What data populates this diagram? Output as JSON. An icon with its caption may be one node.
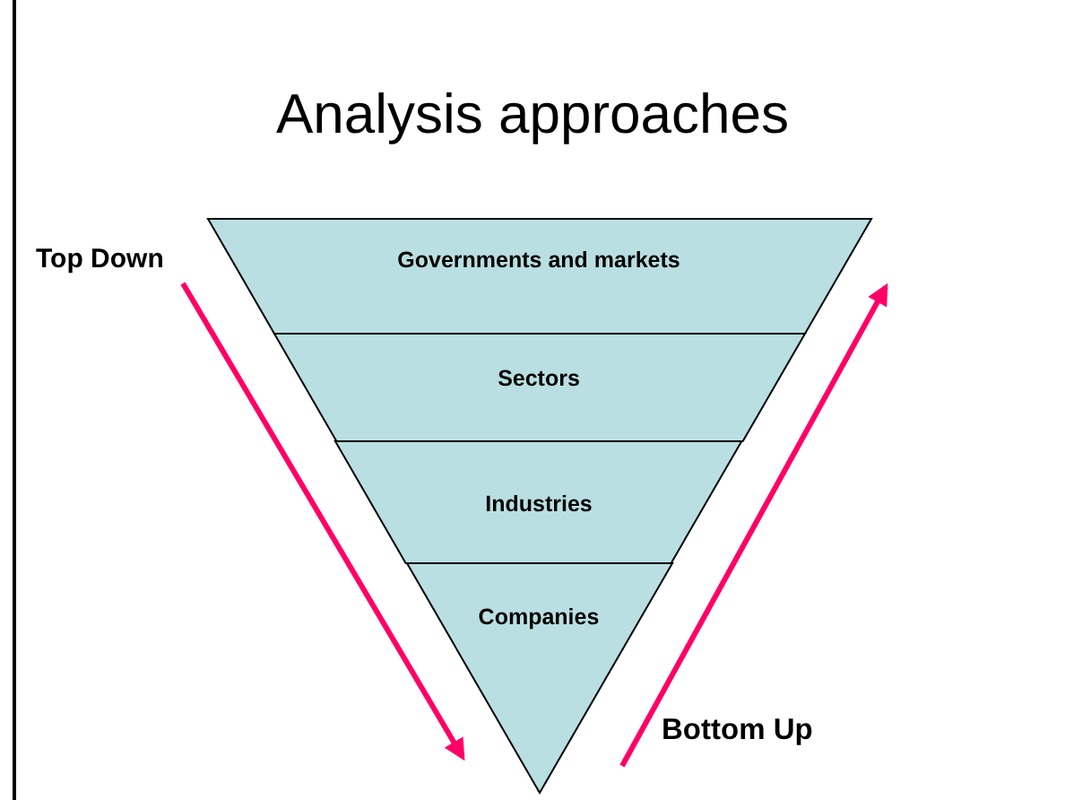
{
  "diagram": {
    "title": "Analysis approaches",
    "nodes": [
      {
        "text": [
          "Governments and markets"
        ]
      },
      {
        "text": [
          "Sectors"
        ]
      },
      {
        "text": [
          "Industries"
        ]
      },
      {
        "text": [
          "Companies"
        ]
      }
    ],
    "labels": [
      "Top Down",
      "Bottom Up"
    ]
  }
}
